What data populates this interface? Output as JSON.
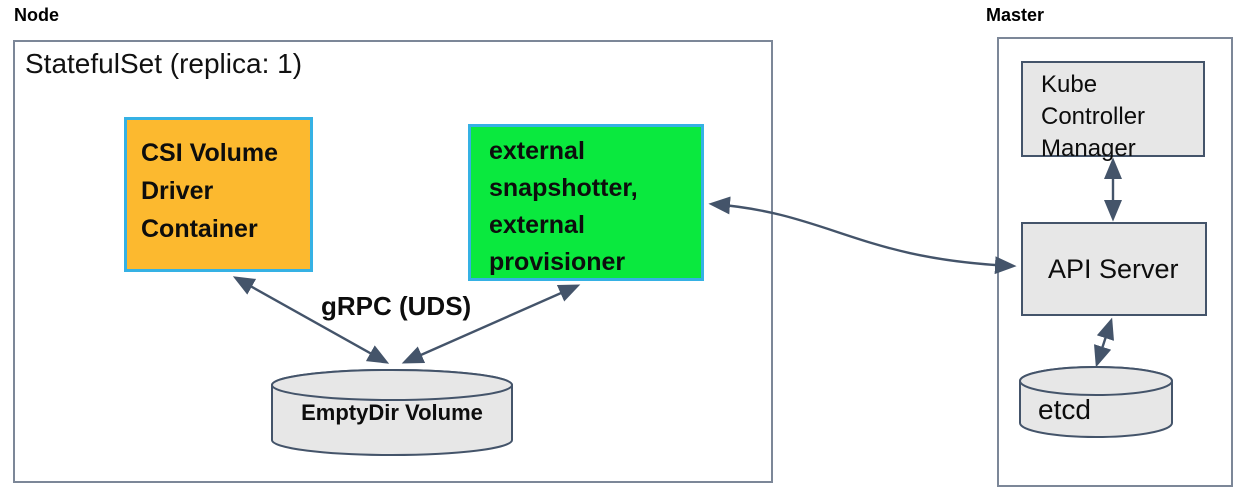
{
  "node": {
    "label": "Node",
    "statefulset_label": "StatefulSet (replica: 1)",
    "csi_driver_box": "CSI Volume\nDriver\nContainer",
    "sidecar_box": "external\nsnapshotter,\nexternal\nprovisioner",
    "grpc_label": "gRPC (UDS)",
    "emptydir_label": "EmptyDir Volume"
  },
  "master": {
    "label": "Master",
    "kube_controller_manager_box": "Kube\nController\nManager",
    "api_server_box": "API Server",
    "etcd_label": "etcd"
  },
  "colors": {
    "orange_fill": "#FCB92F",
    "green_fill": "#0AE93E",
    "cyan_border": "#35B1E4",
    "gray_fill": "#E7E7E7",
    "slate": "#44546A",
    "outer_border": "#7C8798"
  }
}
